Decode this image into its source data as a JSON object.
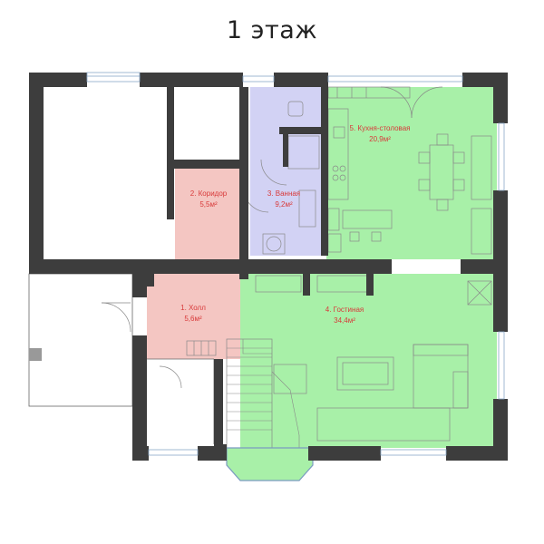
{
  "title": "1 этаж",
  "rooms": [
    {
      "id": "hall",
      "name": "1. Холл",
      "area": "5,6м²",
      "color": "#f4c6c2"
    },
    {
      "id": "corridor",
      "name": "2. Коридор",
      "area": "5,5м²",
      "color": "#f4c6c2"
    },
    {
      "id": "bathroom",
      "name": "3. Ванная",
      "area": "9,2м²",
      "color": "#d2d2f4"
    },
    {
      "id": "living",
      "name": "4. Гостиная",
      "area": "34,4м²",
      "color": "#a8f0a8"
    },
    {
      "id": "kitchen",
      "name": "5. Кухня-столовая",
      "area": "20,9м²",
      "color": "#a8f0a8"
    }
  ],
  "colors": {
    "wall": "#3d3d3d",
    "window": "#8aa8c8",
    "label": "#d83a3a"
  }
}
